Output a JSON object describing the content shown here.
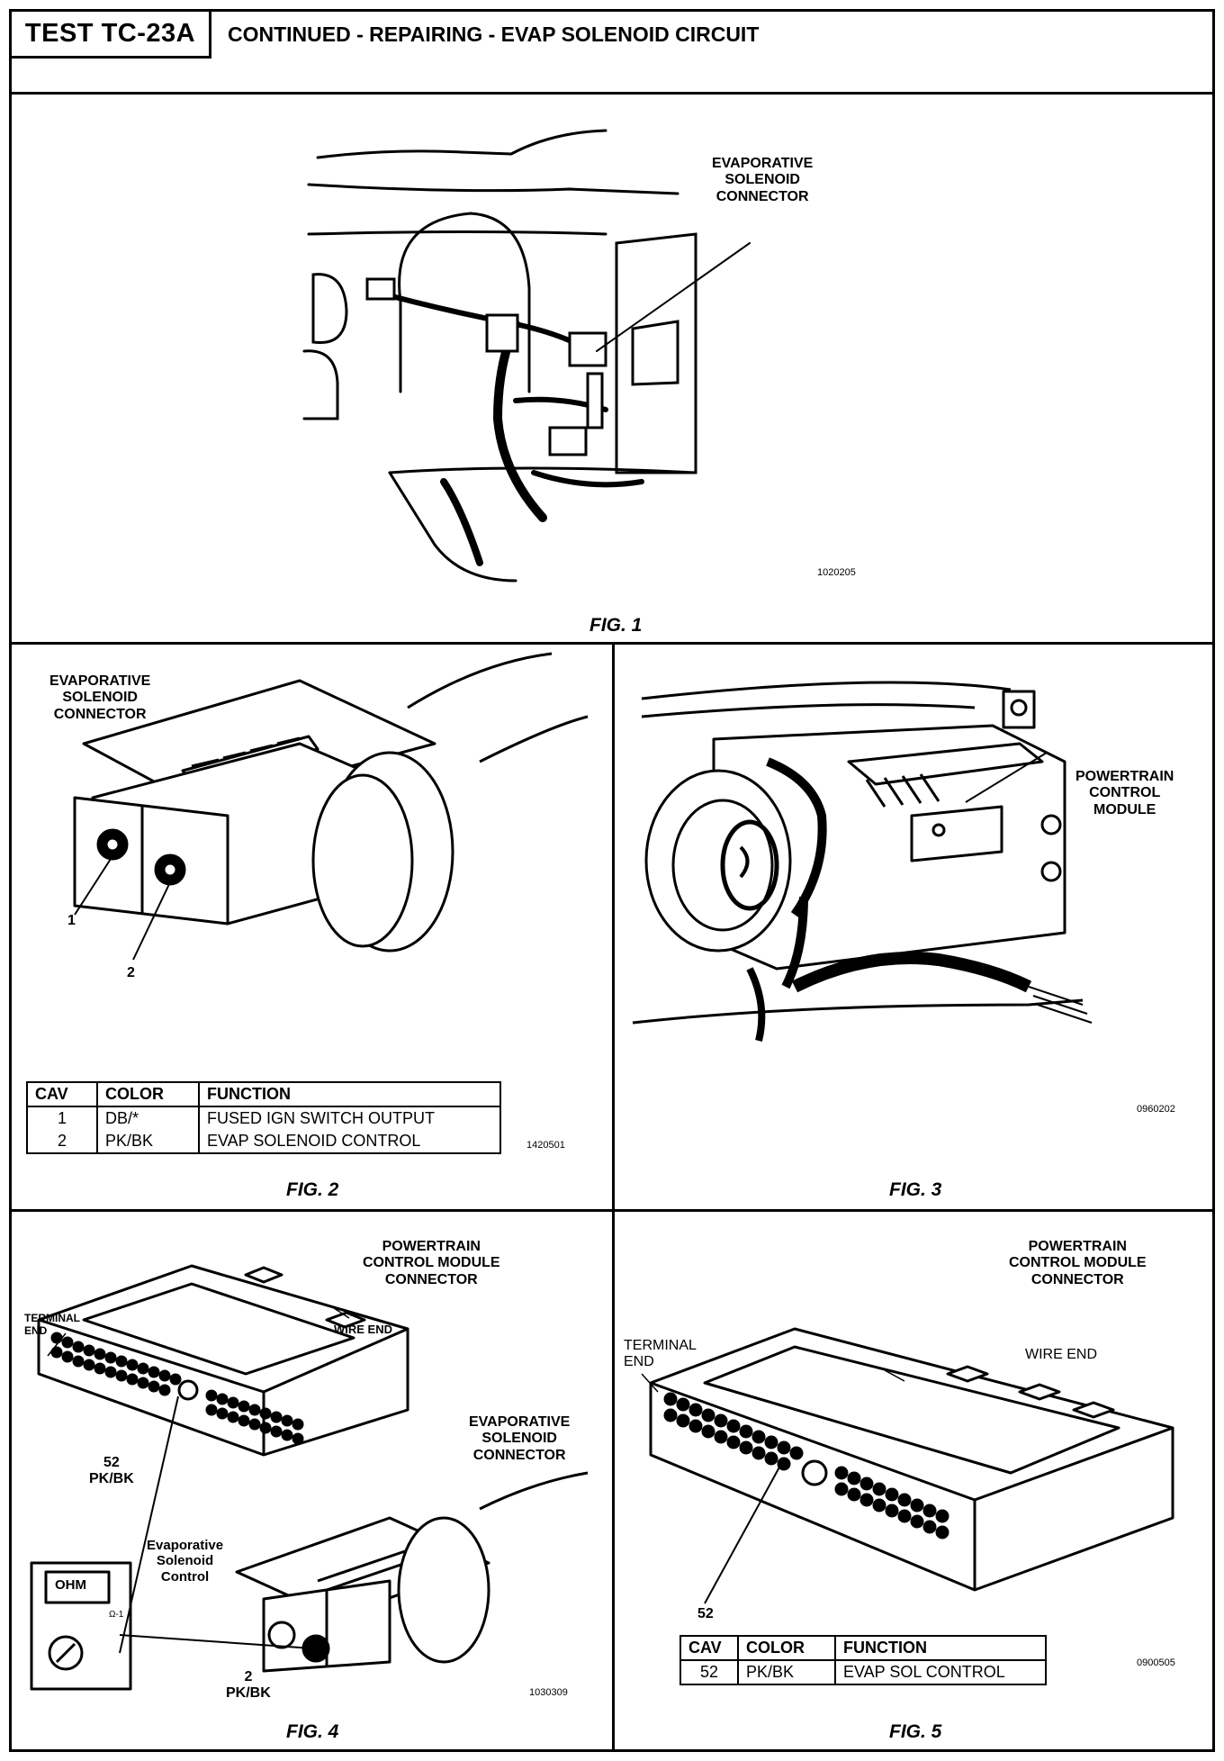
{
  "header": {
    "test_id": "TEST TC-23A",
    "title": "CONTINUED - REPAIRING - EVAP SOLENOID CIRCUIT"
  },
  "fig1": {
    "caption": "FIG. 1",
    "label": [
      "EVAPORATIVE",
      "SOLENOID",
      "CONNECTOR"
    ],
    "code": "1020205"
  },
  "fig2": {
    "caption": "FIG. 2",
    "label": [
      "EVAPORATIVE",
      "SOLENOID",
      "CONNECTOR"
    ],
    "pin1": "1",
    "pin2": "2",
    "code": "1420501",
    "table": {
      "headers": [
        "CAV",
        "COLOR",
        "FUNCTION"
      ],
      "rows": [
        [
          "1",
          "DB/*",
          "FUSED IGN SWITCH OUTPUT"
        ],
        [
          "2",
          "PK/BK",
          "EVAP SOLENOID CONTROL"
        ]
      ]
    }
  },
  "fig3": {
    "caption": "FIG. 3",
    "label": [
      "POWERTRAIN",
      "CONTROL",
      "MODULE"
    ],
    "code": "0960202"
  },
  "fig4": {
    "caption": "FIG. 4",
    "pcm_label": [
      "POWERTRAIN",
      "CONTROL MODULE",
      "CONNECTOR"
    ],
    "terminal_end": [
      "TERMINAL",
      "END"
    ],
    "wire_end": "WIRE  END",
    "evap_label": [
      "EVAPORATIVE",
      "SOLENOID",
      "CONNECTOR"
    ],
    "pin52": [
      "52",
      "PK/BK"
    ],
    "pin2": [
      "2",
      "PK/BK"
    ],
    "control_label": [
      "Evaporative",
      "Solenoid",
      "Control"
    ],
    "meter": "OHM",
    "meter_range": "Ω-1",
    "code": "1030309"
  },
  "fig5": {
    "caption": "FIG. 5",
    "pcm_label": [
      "POWERTRAIN",
      "CONTROL MODULE",
      "CONNECTOR"
    ],
    "terminal_end": [
      "TERMINAL",
      "END"
    ],
    "wire_end": "WIRE  END",
    "pin52": "52",
    "code": "0900505",
    "table": {
      "headers": [
        "CAV",
        "COLOR",
        "FUNCTION"
      ],
      "rows": [
        [
          "52",
          "PK/BK",
          "EVAP SOL CONTROL"
        ]
      ]
    }
  }
}
